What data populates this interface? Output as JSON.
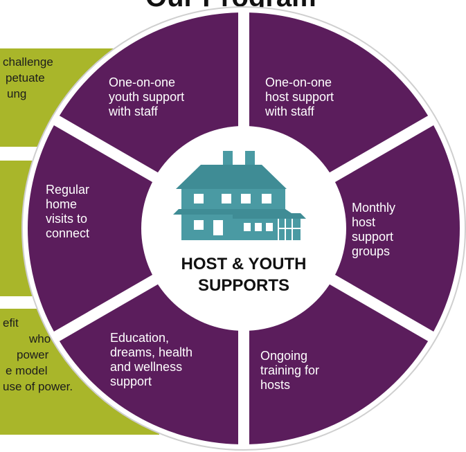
{
  "title": "Our Program",
  "center_label": [
    "HOST & YOUTH",
    "SUPPORTS"
  ],
  "colors": {
    "segment": "#5b1d5c",
    "side_boxes": "#a9b62a",
    "house": "#4a9aa3",
    "background": "#ffffff"
  },
  "side_boxes": [
    {
      "lines": [
        "challenge",
        "petuate",
        "ung"
      ]
    },
    {
      "lines": []
    },
    {
      "lines": [
        "efit",
        "who",
        "power",
        "e model",
        "use of power."
      ]
    }
  ],
  "segments": [
    {
      "lines": [
        "One-on-one",
        "host support",
        "with staff"
      ]
    },
    {
      "lines": [
        "Monthly",
        "host",
        "support",
        "groups"
      ]
    },
    {
      "lines": [
        "Ongoing",
        "training for",
        "hosts"
      ]
    },
    {
      "lines": [
        "Education,",
        "dreams, health",
        "and wellness",
        "support"
      ]
    },
    {
      "lines": [
        "Regular",
        "home",
        "visits to",
        "connect"
      ]
    },
    {
      "lines": [
        "One-on-one",
        "youth support",
        "with staff"
      ]
    }
  ],
  "icons": {
    "center": "house-icon"
  }
}
